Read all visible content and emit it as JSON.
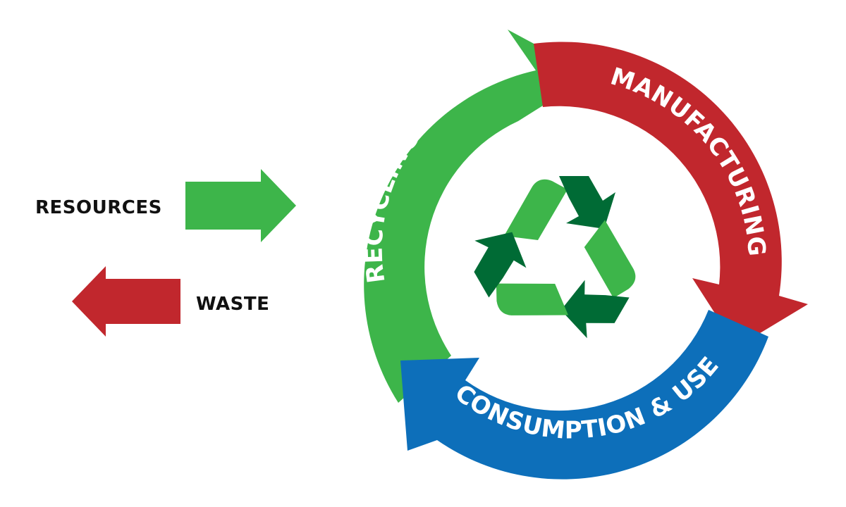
{
  "colors": {
    "recycling": "#3db54a",
    "manufacturing": "#c1272d",
    "consumption": "#0d6fba",
    "recycle_light": "#3db54a",
    "recycle_dark": "#006b35",
    "text": "#111111",
    "ring_text": "#ffffff"
  },
  "legend": {
    "resources": "RESOURCES",
    "waste": "WASTE"
  },
  "cycle": {
    "recycling": "RECYCLING",
    "manufacturing": "MANUFACTURING",
    "consumption": "CONSUMPTION & USE"
  },
  "icons": {
    "center": "recycle-icon",
    "resources_arrow": "arrow-right-icon",
    "waste_arrow": "arrow-left-icon"
  }
}
